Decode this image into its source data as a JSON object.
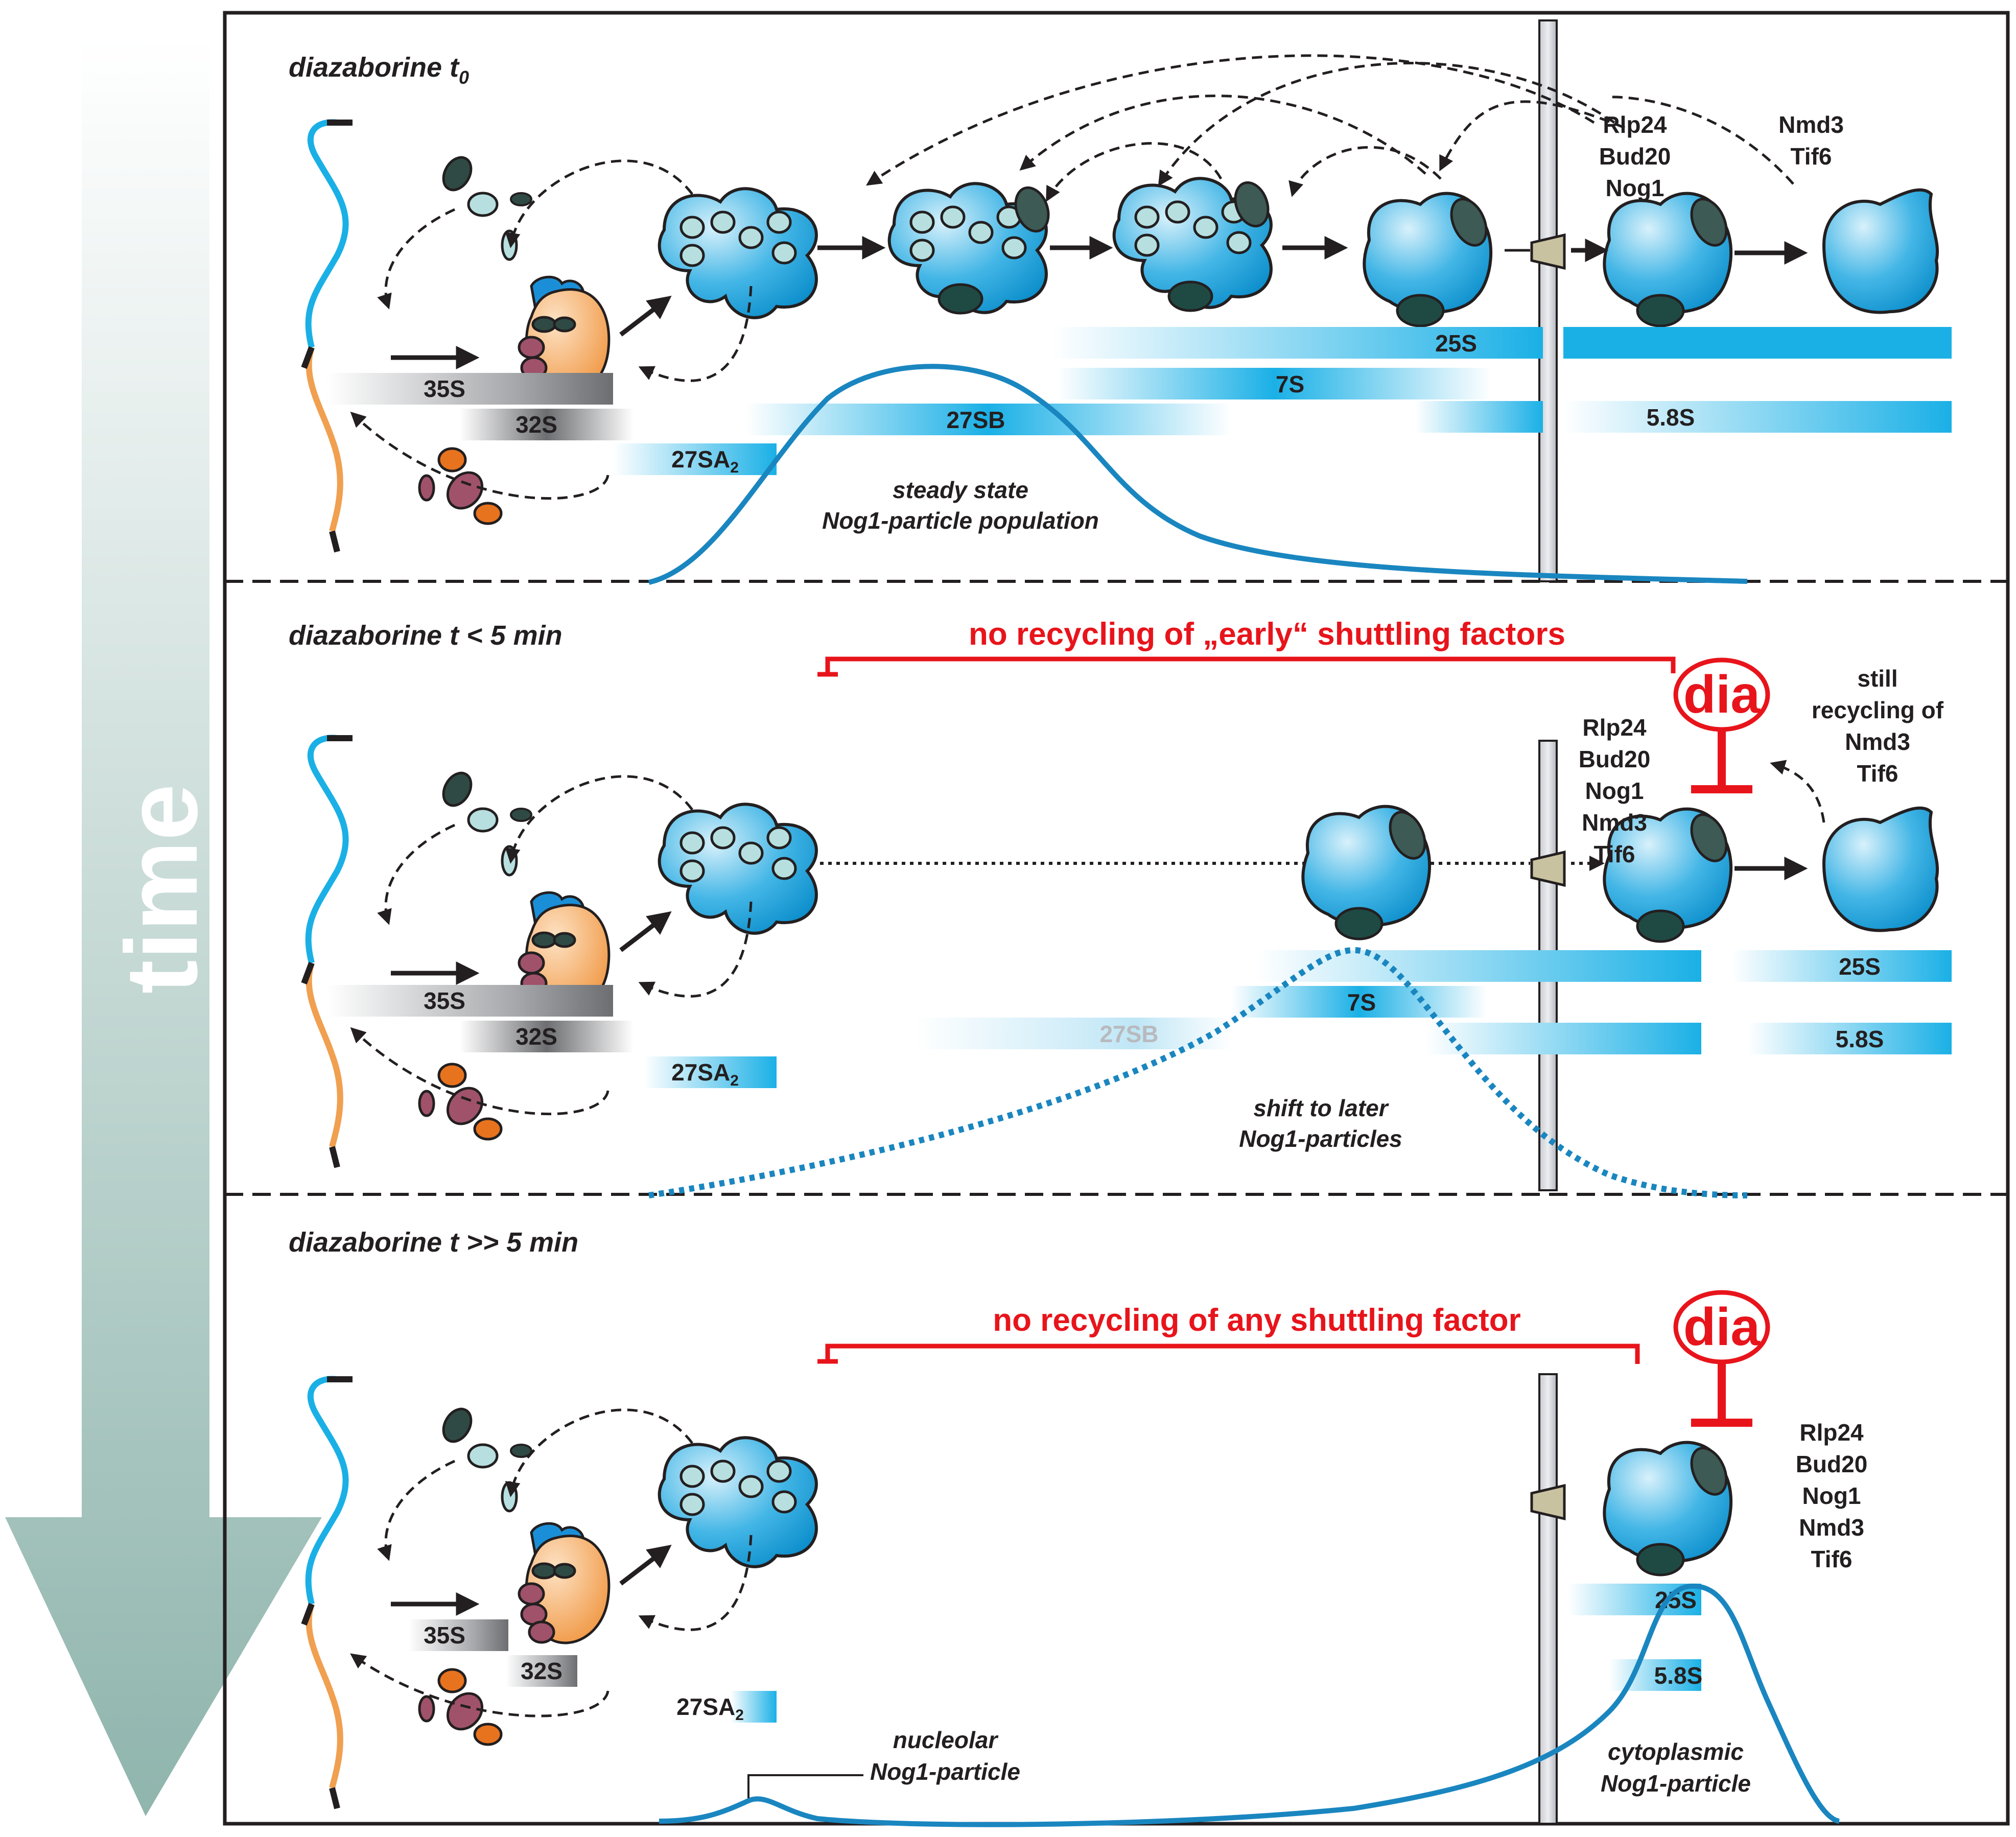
{
  "time_arrow": {
    "label": "time",
    "colors": {
      "top": "#ffffff",
      "bottom": "#8fb5ad"
    }
  },
  "colors": {
    "particle": "#1aa3dc",
    "particle_light": "#c9e9f7",
    "dark_factor": "#2f4a44",
    "light_factor": "#b7dfdf",
    "orange": "#f2a35a",
    "mauve": "#a0526b",
    "red": "#e8141b",
    "curve": "#1a86c0",
    "rna_blue": "#1ab0e6",
    "rna_orange": "#f0a050"
  },
  "panels": [
    {
      "id": "t0",
      "title": "diazaborine t",
      "title_sub": "0",
      "rna_bars": {
        "b35S": "35S",
        "b32S": "32S",
        "b27SA2": "27SA",
        "b27SA2_sub": "2",
        "b27SB": "27SB",
        "b7S": "7S",
        "b25S": "25S",
        "b58S": "5.8S"
      },
      "factors_left": [
        "Rlp24",
        "Bud20",
        "Nog1"
      ],
      "factors_right": [
        "Nmd3",
        "Tif6"
      ],
      "curve_label": [
        "steady state",
        "Nog1-particle population"
      ]
    },
    {
      "id": "t5",
      "title": "diazaborine t < 5 min",
      "red_text": "no recycling of „early“ shuttling factors",
      "dia": "dia",
      "factors": [
        "Rlp24",
        "Bud20",
        "Nog1",
        "Nmd3",
        "Tif6"
      ],
      "still_recycling": [
        "still",
        "recycling of",
        "Nmd3",
        "Tif6"
      ],
      "rna_bars": {
        "b35S": "35S",
        "b32S": "32S",
        "b27SA2": "27SA",
        "b27SA2_sub": "2",
        "b27SB": "27SB",
        "b7S": "7S",
        "b25S": "25S",
        "b58S": "5.8S"
      },
      "curve_label": [
        "shift to later",
        "Nog1-particles"
      ]
    },
    {
      "id": "t5plus",
      "title": "diazaborine t >> 5 min",
      "red_text": "no recycling of any shuttling factor",
      "dia": "dia",
      "factors": [
        "Rlp24",
        "Bud20",
        "Nog1",
        "Nmd3",
        "Tif6"
      ],
      "rna_bars": {
        "b35S": "35S",
        "b32S": "32S",
        "b27SA2": "27SA",
        "b27SA2_sub": "2",
        "b25S": "25S",
        "b58S": "5.8S"
      },
      "nucleolar_label": [
        "nucleolar",
        "Nog1-particle"
      ],
      "cytoplasmic_label": [
        "cytoplasmic",
        "Nog1-particle"
      ]
    }
  ]
}
